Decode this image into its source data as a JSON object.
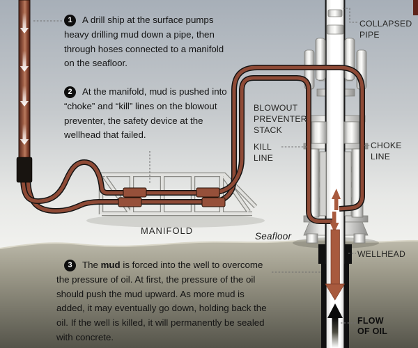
{
  "steps": [
    {
      "num": "1",
      "text": "A drill ship at the surface pumps heavy drilling mud down a pipe, then through hoses connected to a manifold on the seafloor."
    },
    {
      "num": "2",
      "text": "At the manifold, mud is pushed into “choke” and “kill” lines on the blowout preventer, the safety device at the wellhead that failed."
    },
    {
      "num": "3",
      "text_pre": "The ",
      "text_bold": "mud",
      "text_rest": " is forced into the well to overcome the pressure of oil. At first, the pressure of the oil should push the mud upward. As more mud is added, it may eventually go down, holding back the oil. If the well is killed, it will permanently be sealed with concrete."
    }
  ],
  "labels": {
    "collapsed_pipe": "COLLAPSED PIPE",
    "blowout_preventer_stack": "BLOWOUT PREVENTER STACK",
    "kill_line": "KILL LINE",
    "choke_line": "CHOKE LINE",
    "manifold": "MANIFOLD",
    "seafloor": "Seafloor",
    "wellhead": "WELLHEAD",
    "flow_of_oil": "FLOW OF OIL"
  },
  "colors": {
    "hose_mud_red": "#8e4a36",
    "clamp_red": "#96503a",
    "ocean_top": "#a7afb8",
    "ocean_bottom": "#f2f2ef",
    "seabed_top": "#bcb9aa",
    "seabed_bottom": "#55544a",
    "oil_black": "#0a0a0a",
    "text": "#141414"
  }
}
